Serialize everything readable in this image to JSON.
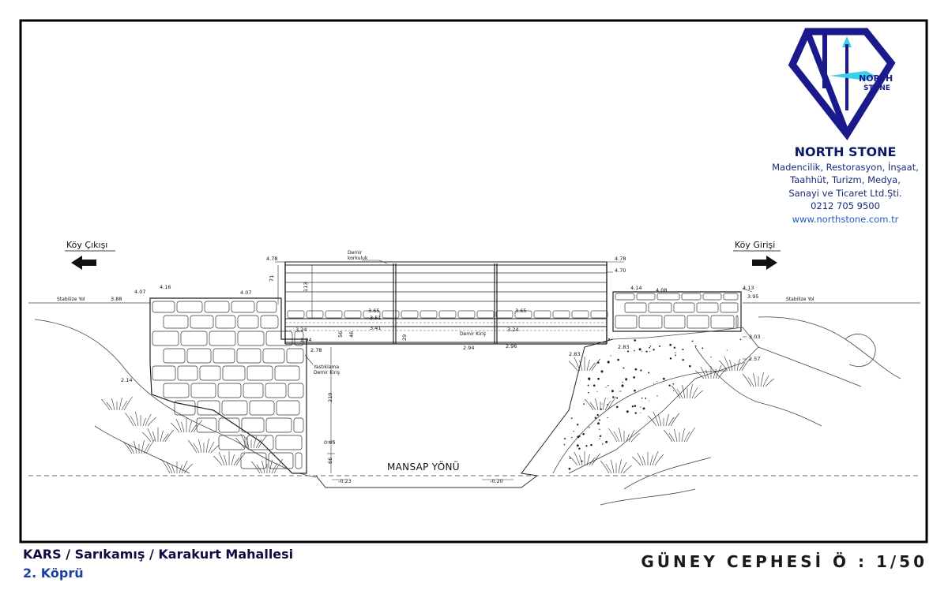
{
  "company": {
    "name": "NORTH STONE",
    "logo_text_1": "NORTH",
    "logo_text_2": "STONE",
    "lines": [
      "Madencilik, Restorasyon, İnşaat,",
      "Taahhüt, Turizm, Medya,",
      "Sanayi ve Ticaret Ltd.Şti.",
      "0212 705 9500"
    ],
    "website": "www.northstone.com.tr",
    "brand_color": "#1a1a8c",
    "accent_color": "#39d0e6"
  },
  "directions": {
    "left": "Köy Çıkışı",
    "right": "Köy Girişi"
  },
  "labels": {
    "road_left": "Stabilize Yol",
    "road_right": "Stabilize Yol",
    "railing": [
      "Demir",
      "korkuluk"
    ],
    "beam": "Demir Kiriş",
    "bearing": [
      "Yastıklama",
      "Demir Kiriş"
    ],
    "flow": "MANSAP YÖNÜ"
  },
  "levels": {
    "road_left": "3.88",
    "abut_l1": "4.07",
    "abut_l2": "4.16",
    "abut_l3": "4.07",
    "rail_top_l": "4.78",
    "rail_top_r": "4.78",
    "rail_top_r2": "4.70",
    "abut_r1": "4.14",
    "abut_r2": "4.08",
    "abut_r3": "4.13",
    "road_right": "3.95",
    "deck_1": "3.65",
    "deck_2": "3.51",
    "deck_3": "3.41",
    "deck_4": "3.65",
    "beam_l": "3.24",
    "beam_r": "3.24",
    "seat_l": "2.94",
    "seat_l2": "2.78",
    "bottom_1": "2.94",
    "bottom_2": "2.96",
    "seat_r1": "2.83",
    "seat_r2": "2.83",
    "bank_r1": "3.03",
    "bank_r2": "2.57",
    "bank_l": "2.14",
    "pier_base": "0.65",
    "river_l": "-0.23",
    "river_r": "-0.20"
  },
  "dimensions": {
    "rail_height": "71",
    "rail_inner": "113",
    "deck_56": "56",
    "deck_46": "46",
    "deck_29": "29",
    "clear_210": "210",
    "base_66": "66"
  },
  "footer": {
    "location": "KARS / Sarıkamış / Karakurt Mahallesi",
    "item": "2. Köprü",
    "title": "GÜNEY CEPHESİ  Ö : 1/50"
  }
}
